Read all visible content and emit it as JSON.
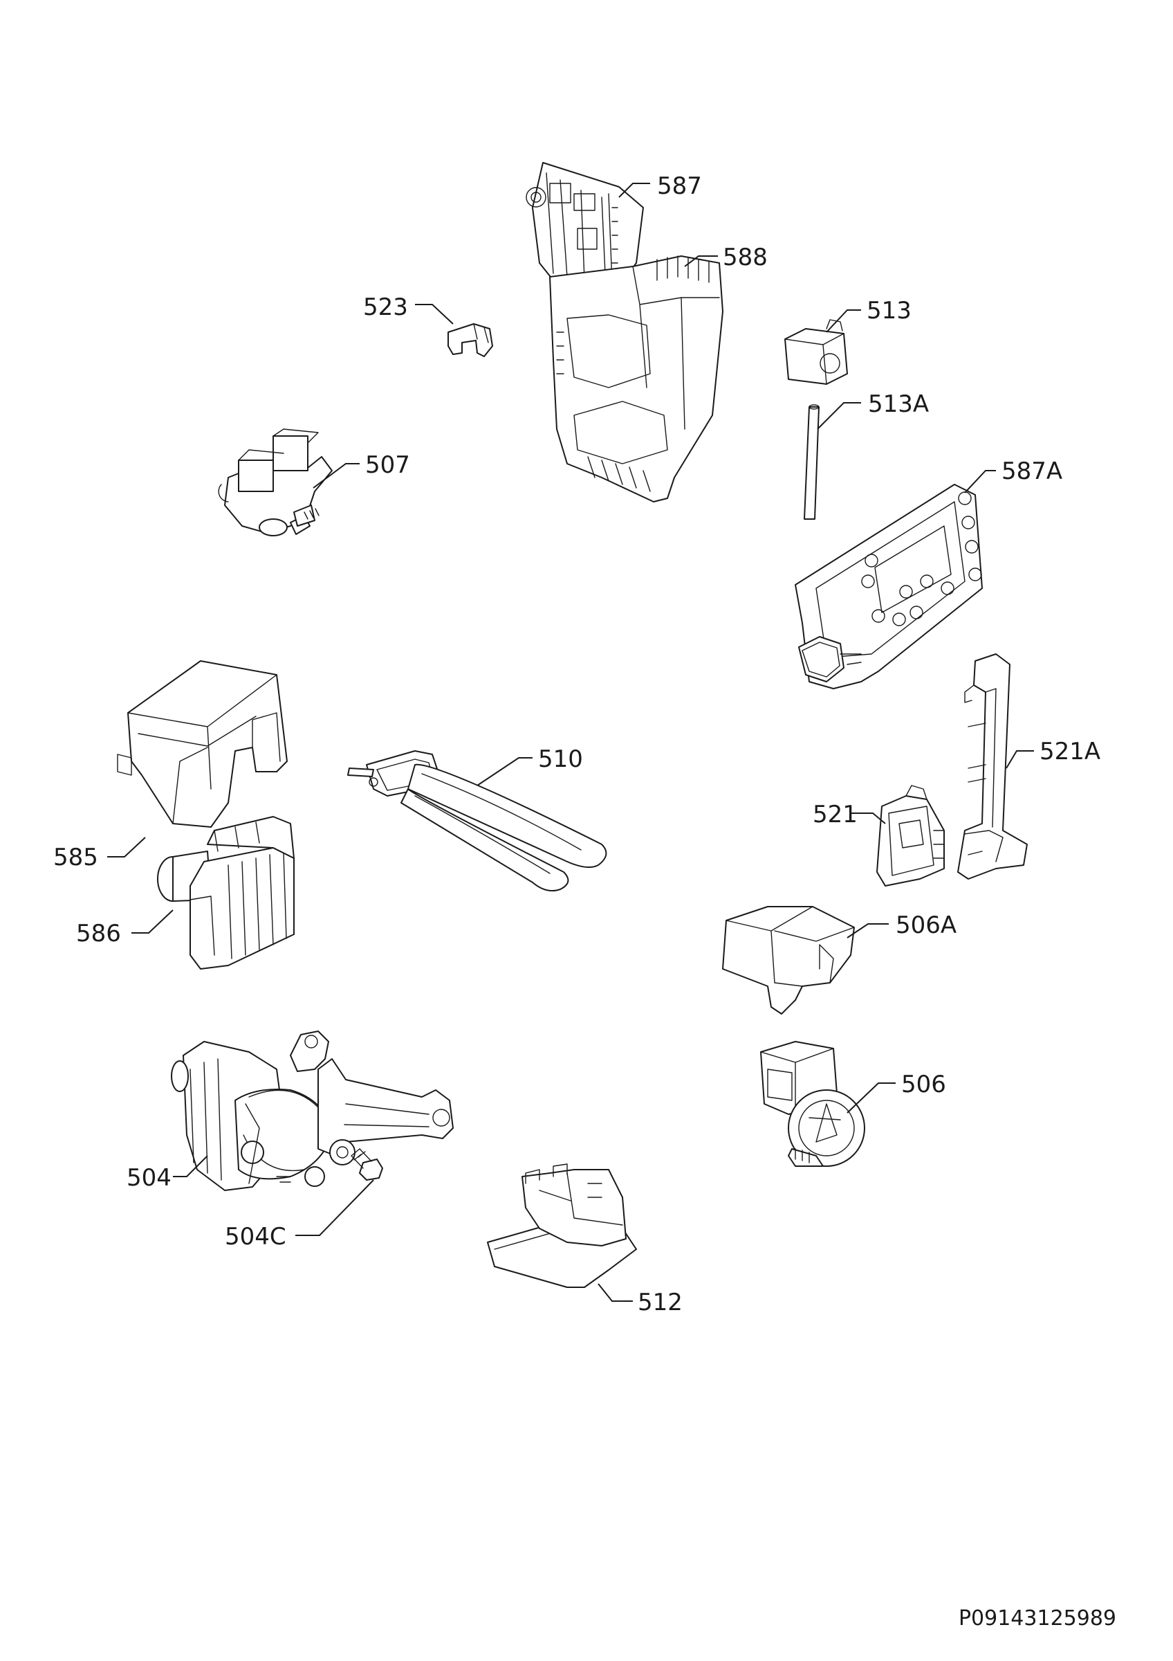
{
  "diagram": {
    "document_id": "P09143125989",
    "callouts": {
      "c587": "587",
      "c588": "588",
      "c523": "523",
      "c513": "513",
      "c513A": "513A",
      "c507": "507",
      "c587A": "587A",
      "c510": "510",
      "c521A": "521A",
      "c521": "521",
      "c585": "585",
      "c586": "586",
      "c506A": "506A",
      "c506": "506",
      "c504": "504",
      "c504C": "504C",
      "c512": "512"
    }
  }
}
